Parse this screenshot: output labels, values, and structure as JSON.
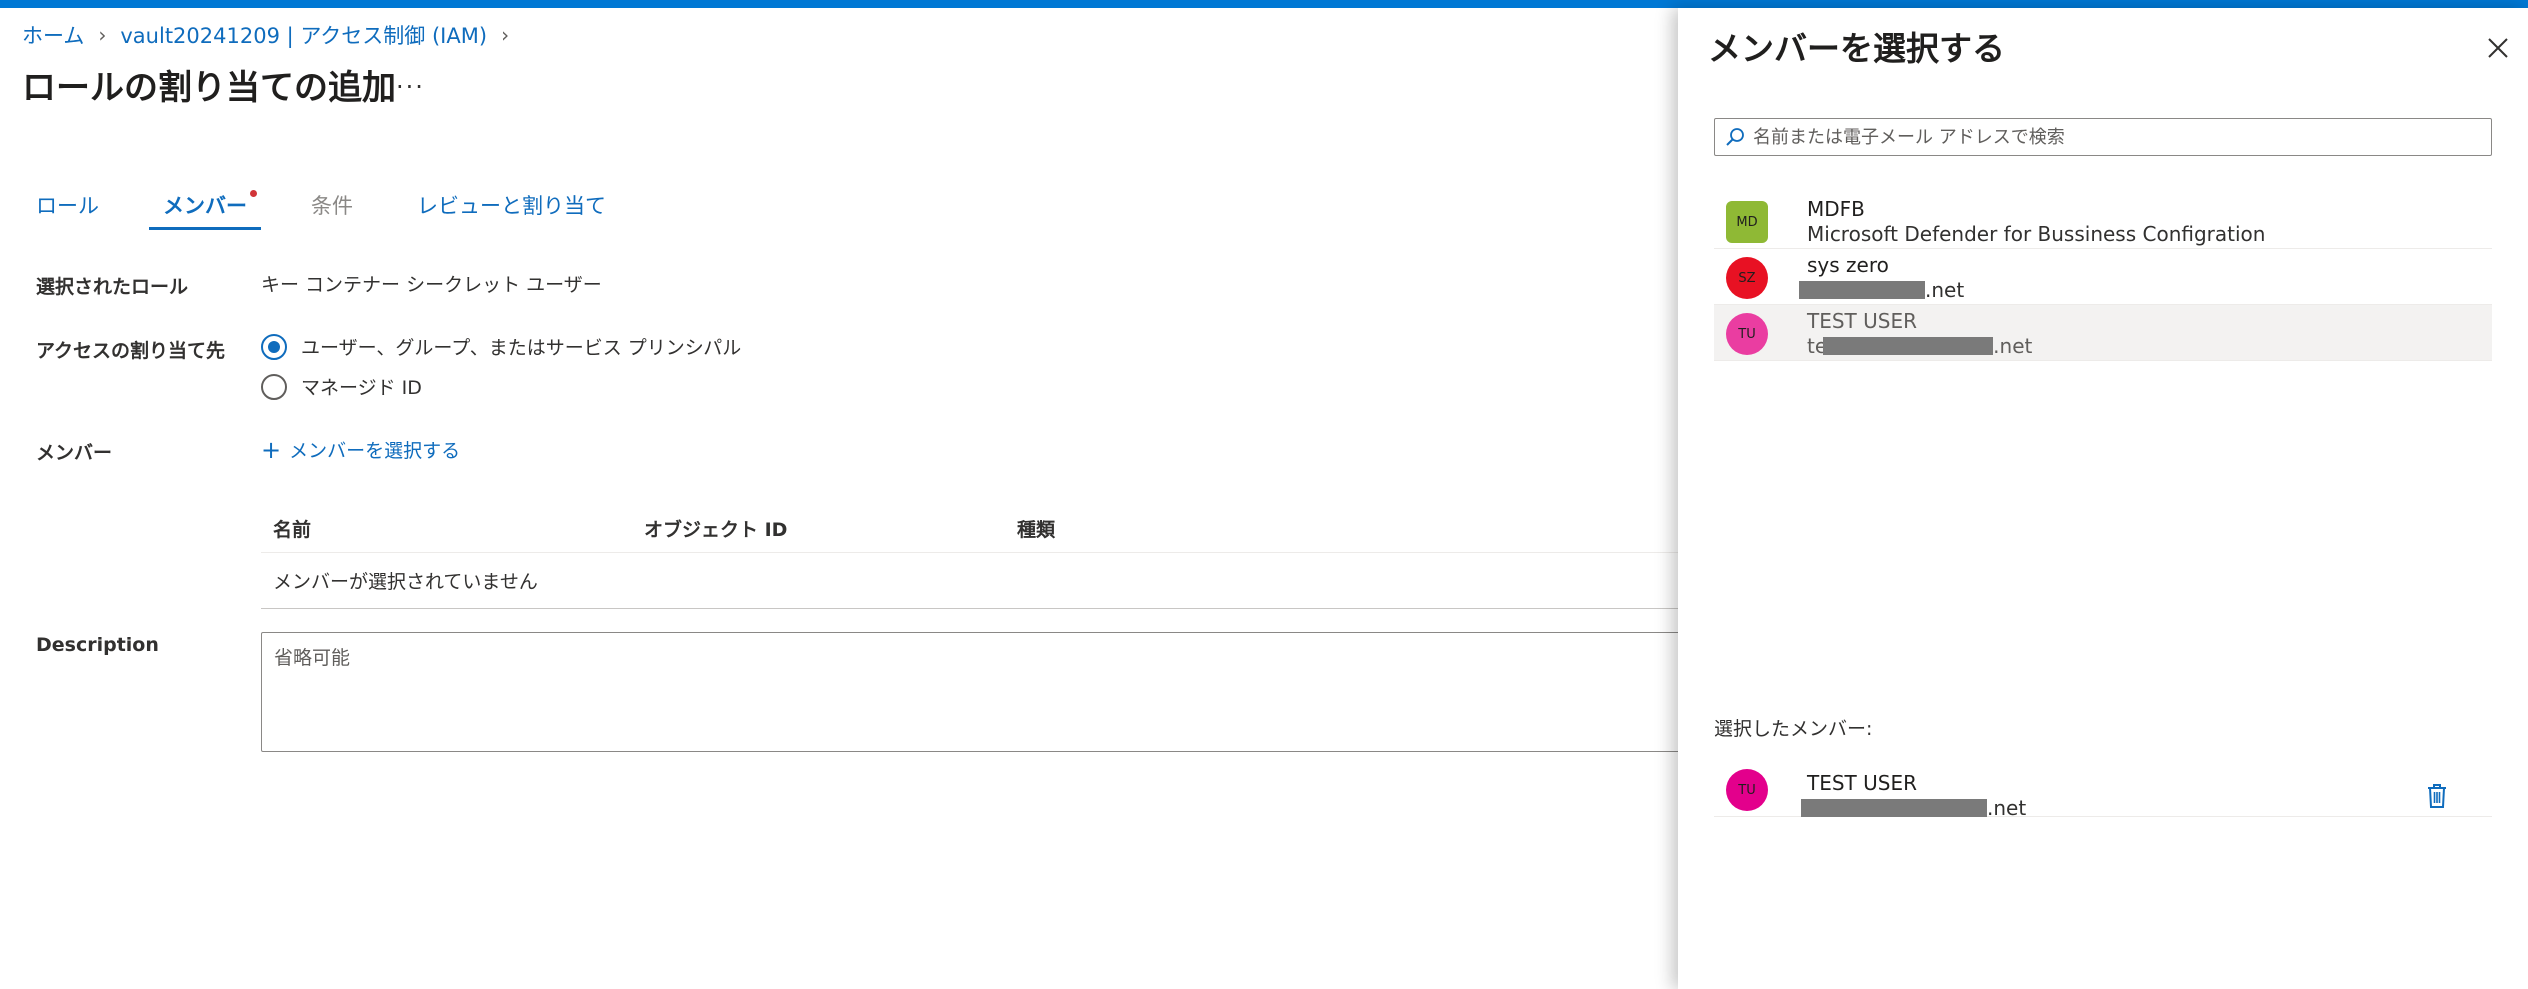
{
  "breadcrumb": {
    "items": [
      "ホーム",
      "vault20241209 | アクセス制御 (IAM)"
    ]
  },
  "page": {
    "title": "ロールの割り当ての追加",
    "more_label": "..."
  },
  "tabs": [
    {
      "label": "ロール",
      "state": "normal"
    },
    {
      "label": "メンバー",
      "state": "active"
    },
    {
      "label": "条件",
      "state": "disabled"
    },
    {
      "label": "レビューと割り当て",
      "state": "normal"
    }
  ],
  "form": {
    "selected_role_label": "選択されたロール",
    "selected_role_value": "キー コンテナー シークレット ユーザー",
    "assign_access_label": "アクセスの割り当て先",
    "assign_options": [
      "ユーザー、グループ、またはサービス プリンシパル",
      "マネージド ID"
    ],
    "assign_selected_index": 0,
    "members_label": "メンバー",
    "select_members_link": "メンバーを選択する",
    "table": {
      "columns": [
        "名前",
        "オブジェクト ID",
        "種類"
      ],
      "empty_text": "メンバーが選択されていません"
    },
    "description_label": "Description",
    "description_placeholder": "省略可能"
  },
  "panel": {
    "title": "メンバーを選択する",
    "search_placeholder": "名前または電子メール アドレスで検索",
    "results": [
      {
        "initials": "MD",
        "name": "MDFB",
        "sub_prefix": "",
        "sub_suffix": "Microsoft Defender for Bussiness Configration",
        "avatar_color": "#8fb935",
        "square": true
      },
      {
        "initials": "SZ",
        "name": "sys zero",
        "sub_prefix": "",
        "sub_suffix": ".net",
        "avatar_color": "#e81123",
        "square": false
      },
      {
        "initials": "TU",
        "name": "TEST USER",
        "sub_prefix": "te",
        "sub_suffix": ".net",
        "avatar_color": "#ea3da1",
        "square": false
      }
    ],
    "selected_heading": "選択したメンバー:",
    "selected": [
      {
        "initials": "TU",
        "name": "TEST USER",
        "sub_suffix": ".net",
        "avatar_color": "#e3008c"
      }
    ]
  },
  "colors": {
    "accent": "#0f6cbd",
    "topbar": "#0078d4"
  }
}
